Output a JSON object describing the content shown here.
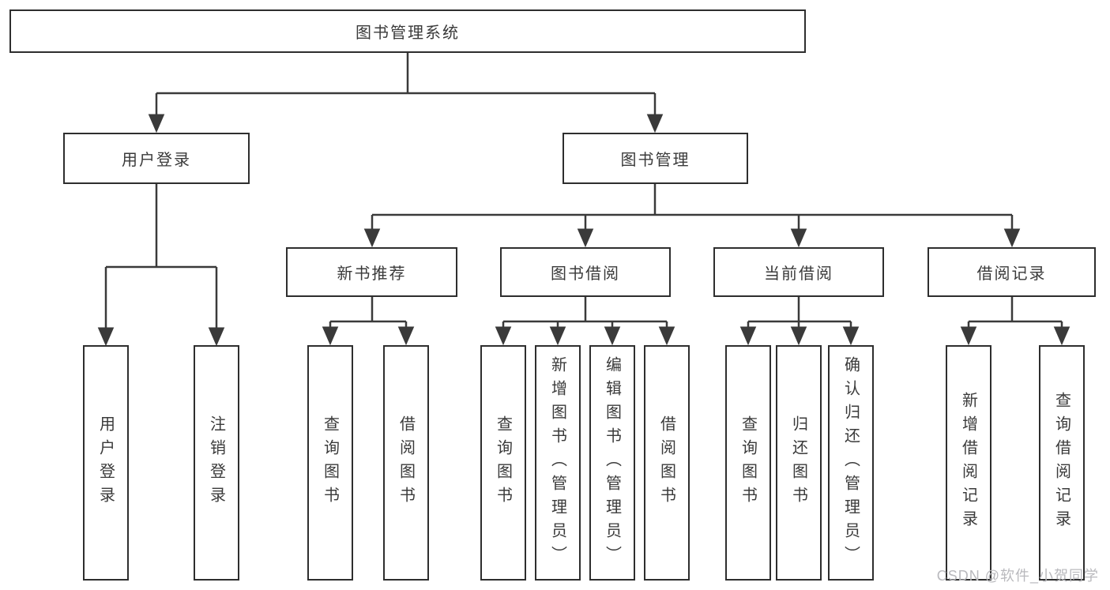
{
  "root": {
    "label": "图书管理系统"
  },
  "branches": [
    {
      "label": "用户登录",
      "leaves": [
        {
          "label": "用户登录"
        },
        {
          "label": "注销登录"
        }
      ]
    },
    {
      "label": "图书管理",
      "sections": [
        {
          "label": "新书推荐",
          "leaves": [
            {
              "label": "查询图书"
            },
            {
              "label": "借阅图书"
            }
          ]
        },
        {
          "label": "图书借阅",
          "leaves": [
            {
              "label": "查询图书"
            },
            {
              "label": "新增图书（管理员）"
            },
            {
              "label": "编辑图书（管理员）"
            },
            {
              "label": "借阅图书"
            }
          ]
        },
        {
          "label": "当前借阅",
          "leaves": [
            {
              "label": "查询图书"
            },
            {
              "label": "归还图书"
            },
            {
              "label": "确认归还（管理员）"
            }
          ]
        },
        {
          "label": "借阅记录",
          "leaves": [
            {
              "label": "新增借阅记录"
            },
            {
              "label": "查询借阅记录"
            }
          ]
        }
      ]
    }
  ],
  "watermark": "CSDN @软件_小贺同学",
  "colors": {
    "line": "#3a3a3a",
    "text": "#3a3a3a",
    "watermark": "#b9b9bd",
    "background": "#ffffff"
  }
}
